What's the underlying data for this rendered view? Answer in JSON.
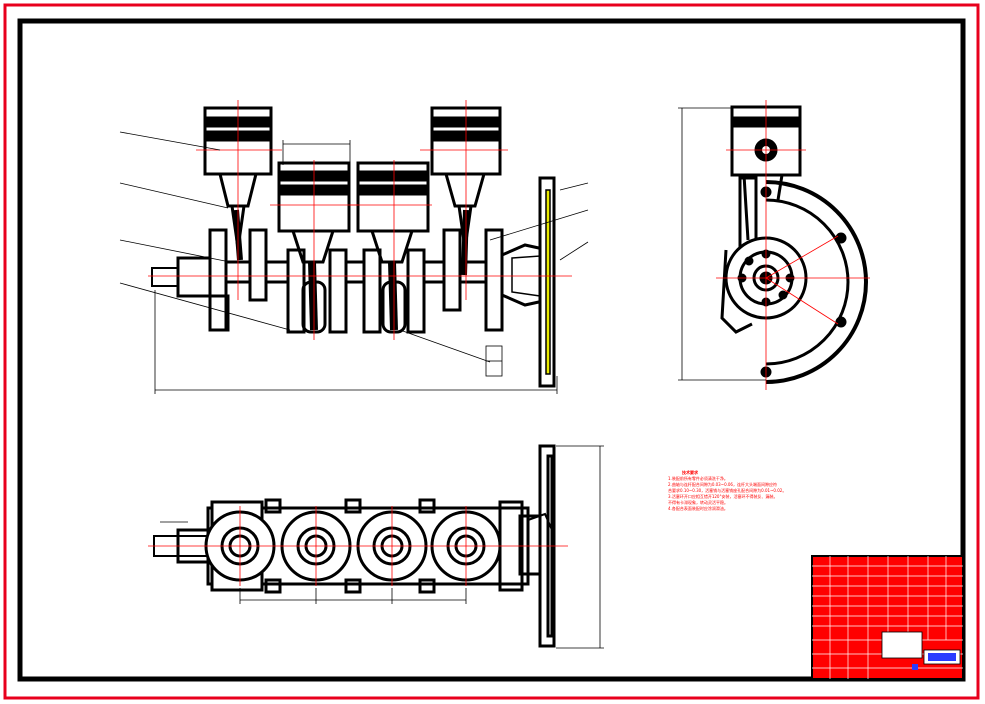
{
  "drawing": {
    "colors": {
      "outer_border": "#e8001c",
      "frame": "#000000",
      "center_line": "#ff0000",
      "title_block_fill": "#ff0000",
      "title_block_field": "#ffffff",
      "title_block_accent": "#2a3cff"
    },
    "technical_notes": {
      "heading": "技术要求",
      "items": [
        "1.装配前所有零件必须清洗干净。",
        "2.曲轴与连杆配合间隙为0.03~0.06，连杆大头端面间隙应符",
        "  合要求0.10~0.30，活塞销与活塞销座孔配合间隙为0.01~0.02。",
        "3.活塞环开口应相互错开120°安装，活塞环不得装反、漏装。",
        "  不得有卡滞现象，转动灵活平稳。",
        "4.各配合表面装配时应涂润滑油。"
      ]
    },
    "icons": [
      "crankshaft-assembly-front-view",
      "crankshaft-assembly-side-view",
      "crankshaft-assembly-top-view",
      "title-block"
    ]
  }
}
